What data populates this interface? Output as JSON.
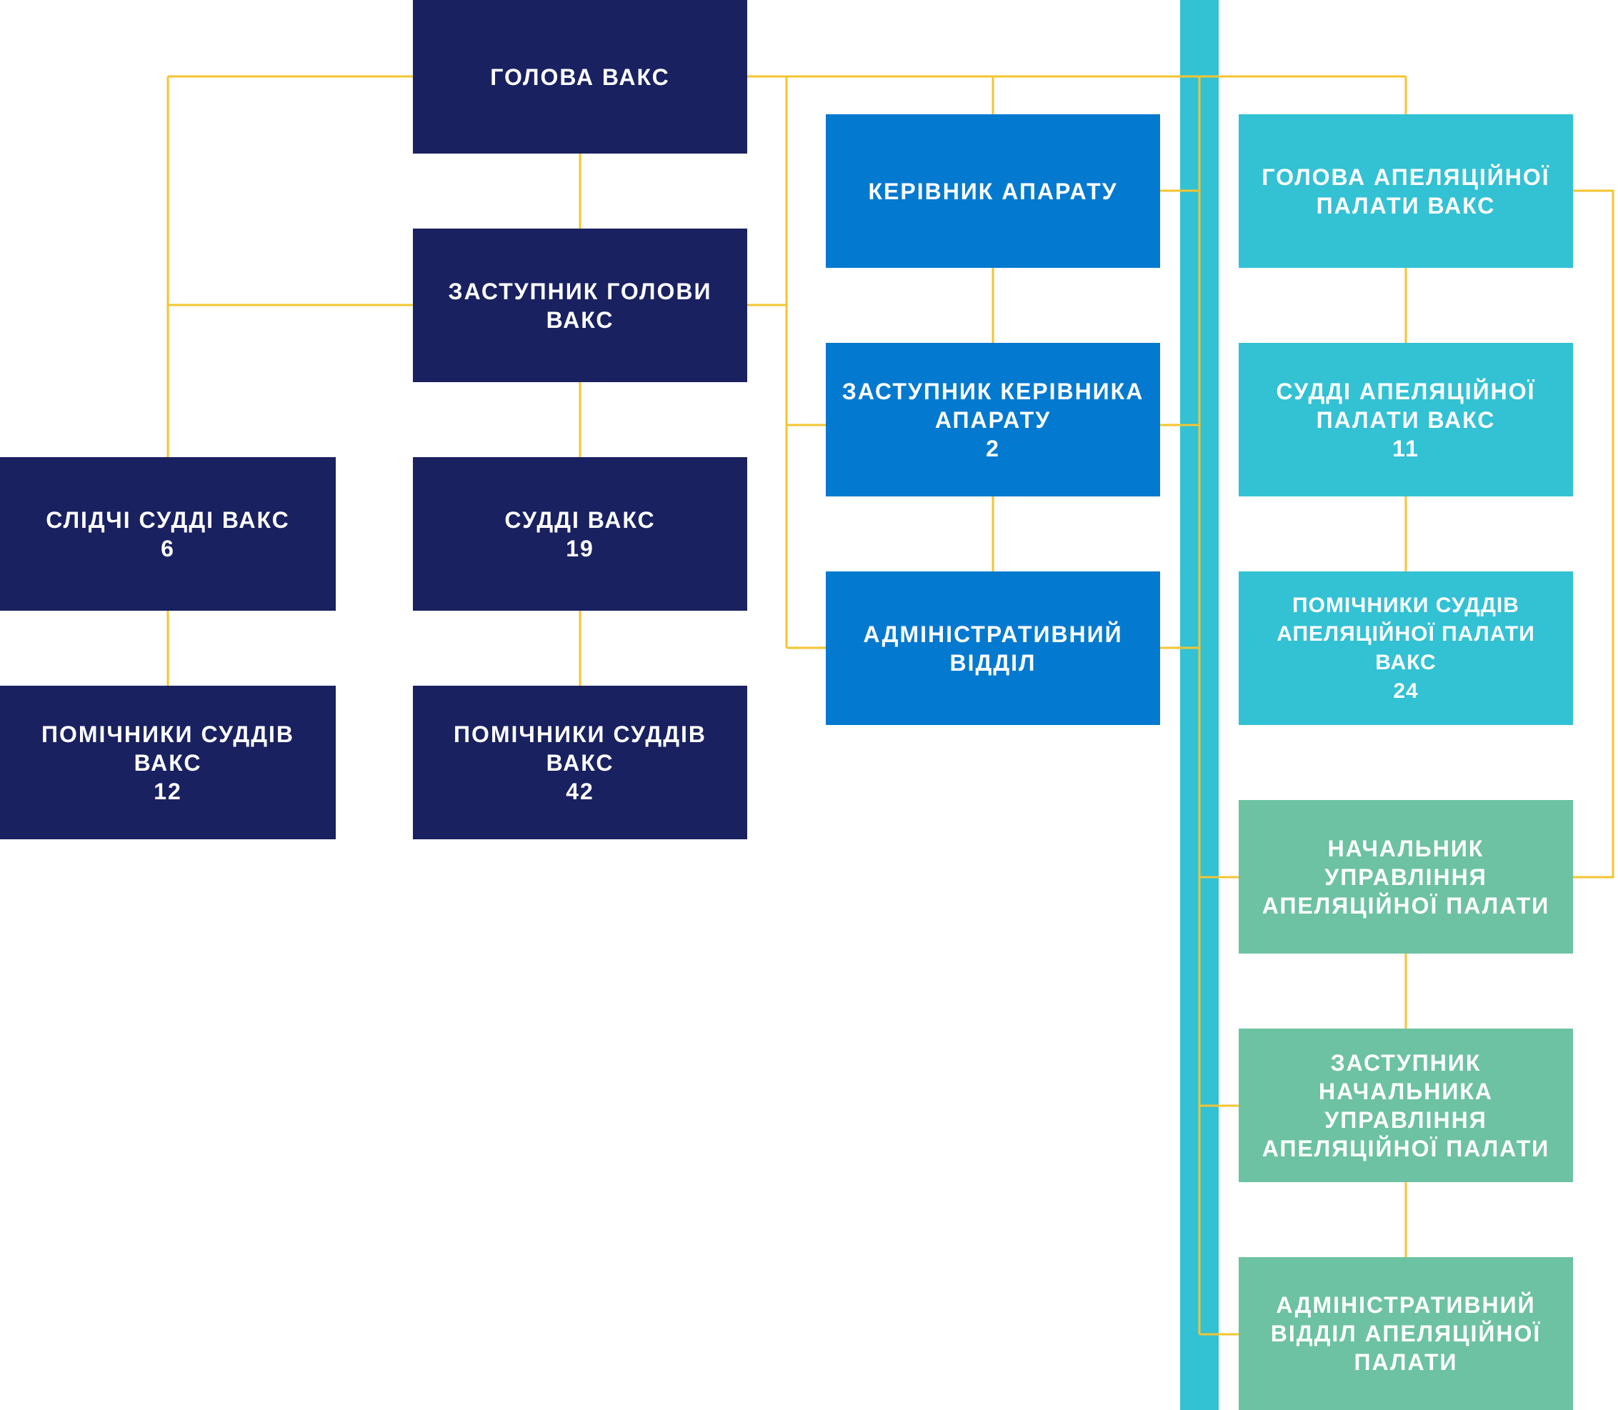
{
  "colors": {
    "navy": "#192160",
    "blue": "#0479d0",
    "cyan": "#33c1d4",
    "green": "#6cc2a2",
    "connector": "#f4c430"
  },
  "nodes": {
    "head": {
      "line1": "ГОЛОВА ВАКС"
    },
    "deputy_head": {
      "line1": "ЗАСТУПНИК ГОЛОВИ",
      "line2": "ВАКС"
    },
    "investigating_judges": {
      "line1": "СЛІДЧІ СУДДІ ВАКС",
      "count": "6"
    },
    "judges": {
      "line1": "СУДДІ ВАКС",
      "count": "19"
    },
    "assistants_investigating": {
      "line1": "ПОМІЧНИКИ СУДДІВ",
      "line2": "ВАКС",
      "count": "12"
    },
    "assistants_judges": {
      "line1": "ПОМІЧНИКИ СУДДІВ",
      "line2": "ВАКС",
      "count": "42"
    },
    "staff_head": {
      "line1": "КЕРІВНИК АПАРАТУ"
    },
    "staff_deputy": {
      "line1": "ЗАСТУПНИК КЕРІВНИКА",
      "line2": "АПАРАТУ",
      "count": "2"
    },
    "admin_dept": {
      "line1": "АДМІНІСТРАТИВНИЙ",
      "line2": "ВІДДІЛ"
    },
    "appeal_head": {
      "line1": "ГОЛОВА АПЕЛЯЦІЙНОЇ",
      "line2": "ПАЛАТИ ВАКС"
    },
    "appeal_judges": {
      "line1": "СУДДІ АПЕЛЯЦІЙНОЇ",
      "line2": "ПАЛАТИ ВАКС",
      "count": "11"
    },
    "appeal_assistants": {
      "line1": "ПОМІЧНИКИ СУДДІВ",
      "line2": "АПЕЛЯЦІЙНОЇ ПАЛАТИ ВАКС",
      "count": "24"
    },
    "appeal_mgmt_head": {
      "line1": "НАЧАЛЬНИК",
      "line2": "УПРАВЛІННЯ",
      "line3": "АПЕЛЯЦІЙНОЇ ПАЛАТИ"
    },
    "appeal_mgmt_deputy": {
      "line1": "ЗАСТУПНИК",
      "line2": "НАЧАЛЬНИКА",
      "line3": "УПРАВЛІННЯ",
      "line4": "АПЕЛЯЦІЙНОЇ ПАЛАТИ"
    },
    "appeal_admin_dept": {
      "line1": "АДМІНІСТРАТИВНИЙ",
      "line2": "ВІДДІЛ АПЕЛЯЦІЙНОЇ",
      "line3": "ПАЛАТИ"
    }
  }
}
